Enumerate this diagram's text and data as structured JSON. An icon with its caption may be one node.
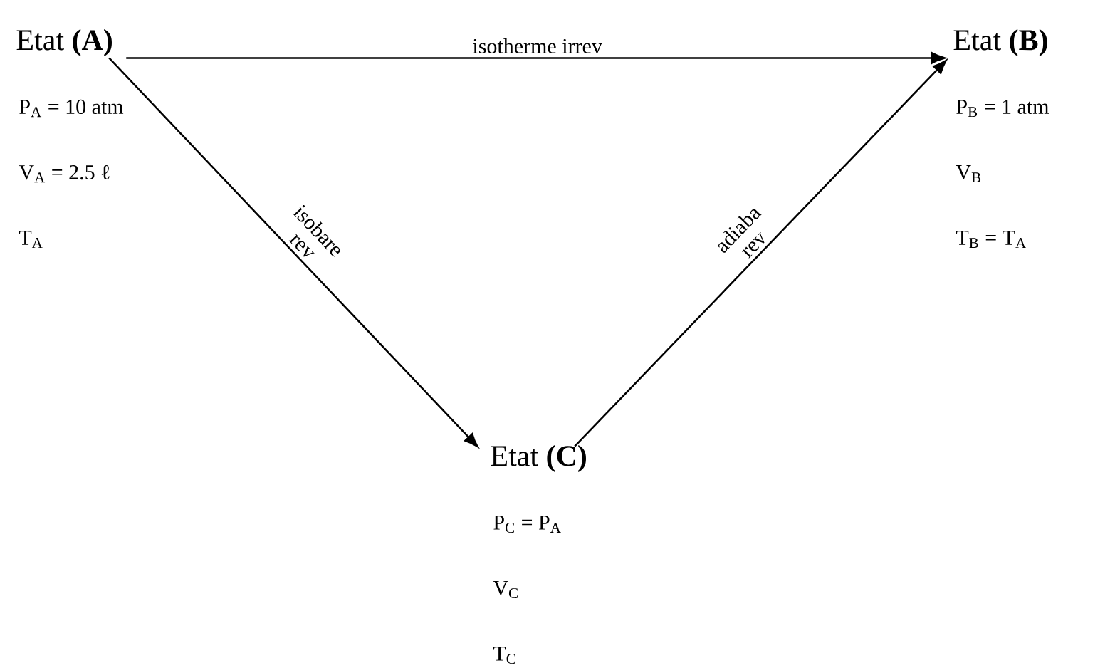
{
  "diagram": {
    "nodes": [
      {
        "text": [
          "Etat **(A)**"
        ],
        "beside": [
          "P$_{A}$ = 10 atm",
          "V$_{A}$ = 2.5 ℓ",
          "T$_{A}$"
        ]
      },
      {
        "text": [
          "Etat **(B)**"
        ],
        "beside": [
          "P$_{B}$ = 1 atm",
          "V$_{B}$",
          "T$_{B}$ = T$_{A}$"
        ]
      },
      {
        "text": [
          "Etat **(C)**"
        ],
        "beside": [
          "P$_{C}$ = P$_{A}$",
          "V$_{C}$",
          "T$_{C}$"
        ]
      }
    ],
    "edges": [
      {
        "from": 0,
        "to": 1,
        "arrow": "to",
        "label": "isotherme irrev"
      },
      {
        "from": 0,
        "to": 2,
        "arrow": "to",
        "label": "isobare rev"
      },
      {
        "from": 2,
        "to": 1,
        "arrow": "to",
        "label": "adiaba rev"
      }
    ]
  }
}
